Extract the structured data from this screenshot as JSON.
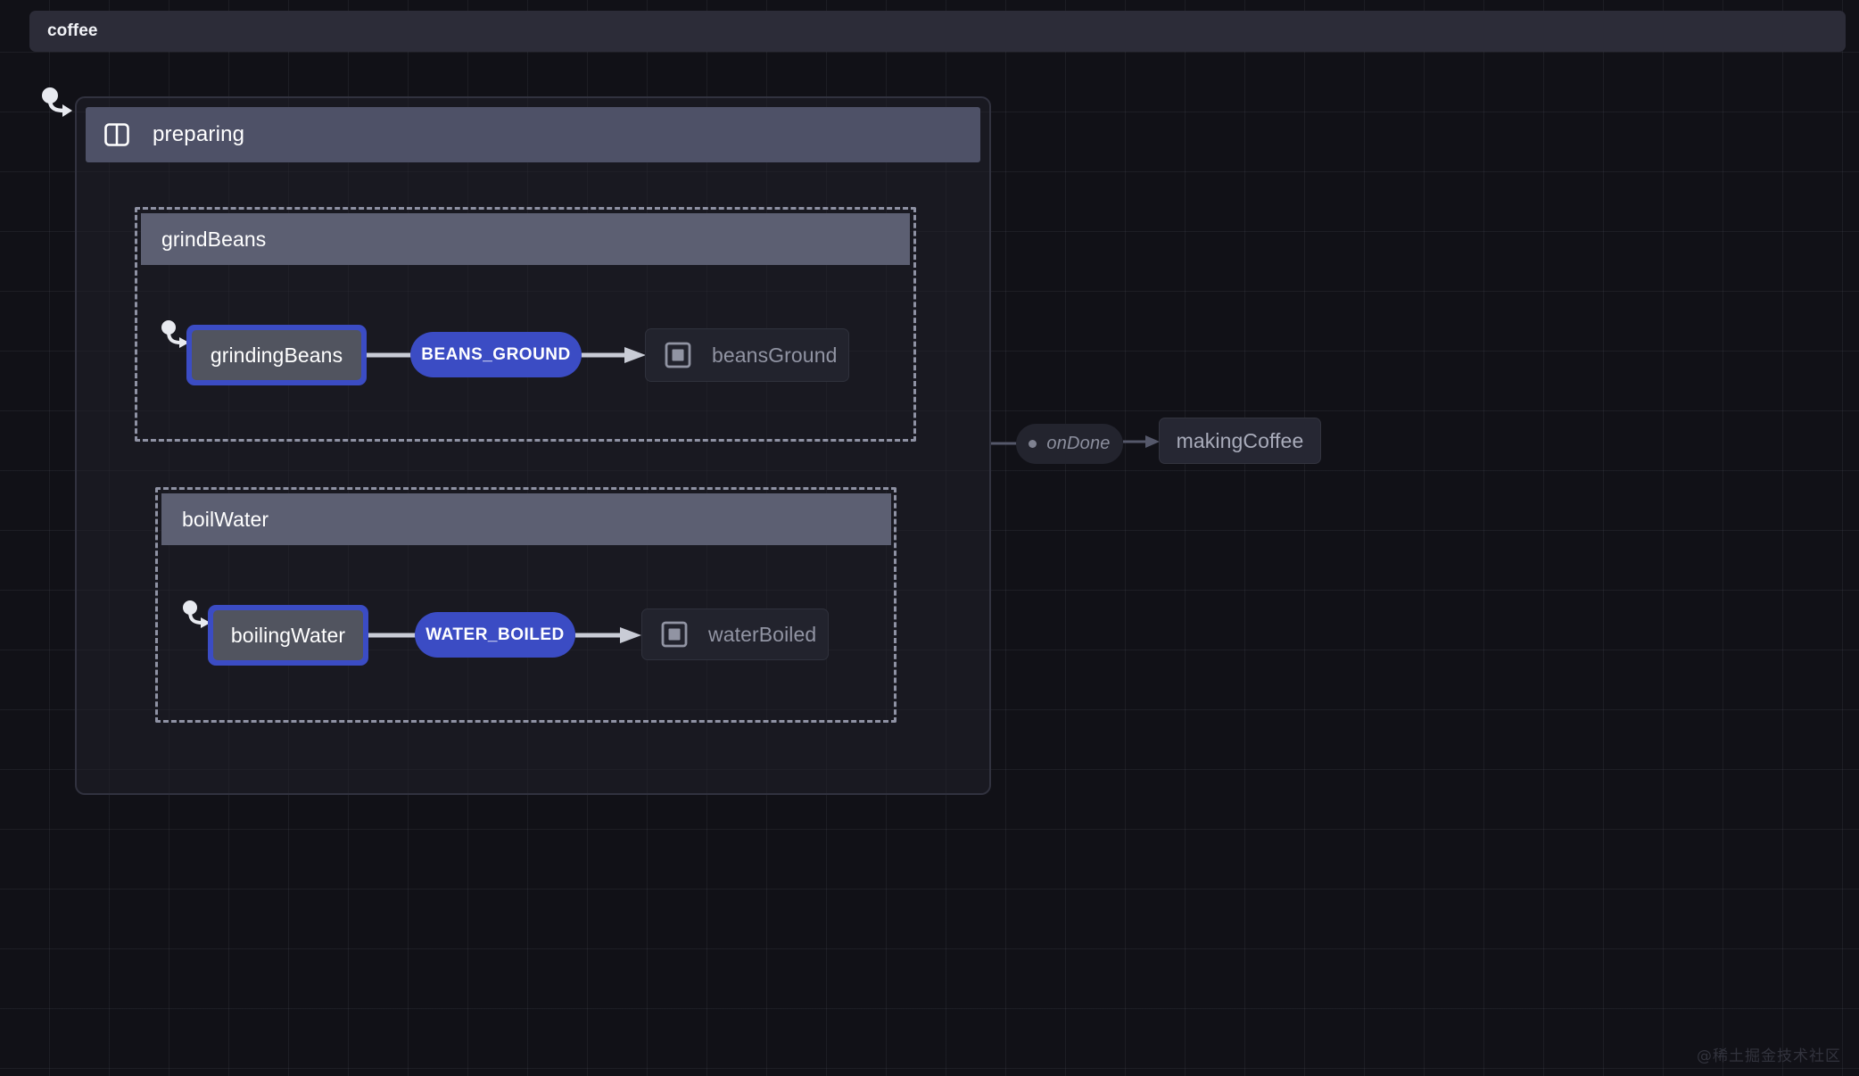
{
  "machine": {
    "id": "coffee",
    "title": "coffee"
  },
  "compound": {
    "preparing": {
      "label": "preparing",
      "icon": "parallel-state-icon",
      "type": "parallel"
    }
  },
  "regions": [
    {
      "id": "grindBeans",
      "label": "grindBeans",
      "initial_state": "grindingBeans"
    },
    {
      "id": "boilWater",
      "label": "boilWater",
      "initial_state": "boilingWater"
    }
  ],
  "states": {
    "grindingBeans": {
      "label": "grindingBeans",
      "status": "active",
      "kind": "atomic"
    },
    "beansGround": {
      "label": "beansGround",
      "status": "inactive",
      "kind": "final",
      "icon": "final-state-icon"
    },
    "boilingWater": {
      "label": "boilingWater",
      "status": "active",
      "kind": "atomic"
    },
    "waterBoiled": {
      "label": "waterBoiled",
      "status": "inactive",
      "kind": "final",
      "icon": "final-state-icon"
    },
    "makingCoffee": {
      "label": "makingCoffee",
      "status": "inactive",
      "kind": "atomic"
    }
  },
  "events": {
    "beans_ground": {
      "label": "BEANS_GROUND",
      "source": "grindingBeans",
      "target": "beansGround",
      "style": "event"
    },
    "water_boiled": {
      "label": "WATER_BOILED",
      "source": "boilingWater",
      "target": "waterBoiled",
      "style": "event"
    },
    "on_done": {
      "label": "onDone",
      "source": "preparing",
      "target": "makingCoffee",
      "style": "done-event"
    }
  },
  "colors": {
    "canvas_background": "#111117",
    "grid_line": "#2a2b36",
    "machine_node": "#2c2c38",
    "region_header": "#5c5f72",
    "preparing_header": "#4e5167",
    "active_accent": "#3b4cc4",
    "event_pill": "#3b4cc4",
    "inactive_node": "#22232d",
    "muted_text": "#9194a3",
    "edge_line": "#c9ccd6",
    "done_edge_line": "#4d5060"
  },
  "watermark": {
    "text": "@稀土掘金技术社区"
  }
}
